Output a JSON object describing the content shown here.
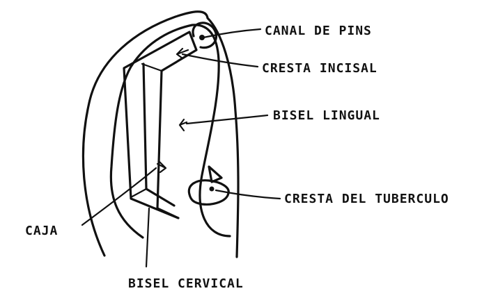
{
  "diagram": {
    "labels": {
      "canal_de_pins": "CANAL DE PINS",
      "cresta_incisal": "CRESTA INCISAL",
      "bisel_lingual": "BISEL LINGUAL",
      "cresta_del_tuberculo": "CRESTA DEL TUBERCULO",
      "caja": "CAJA",
      "bisel_cervical": "BISEL CERVICAL"
    },
    "colors": {
      "ink": "#111111",
      "background": "#ffffff"
    }
  }
}
